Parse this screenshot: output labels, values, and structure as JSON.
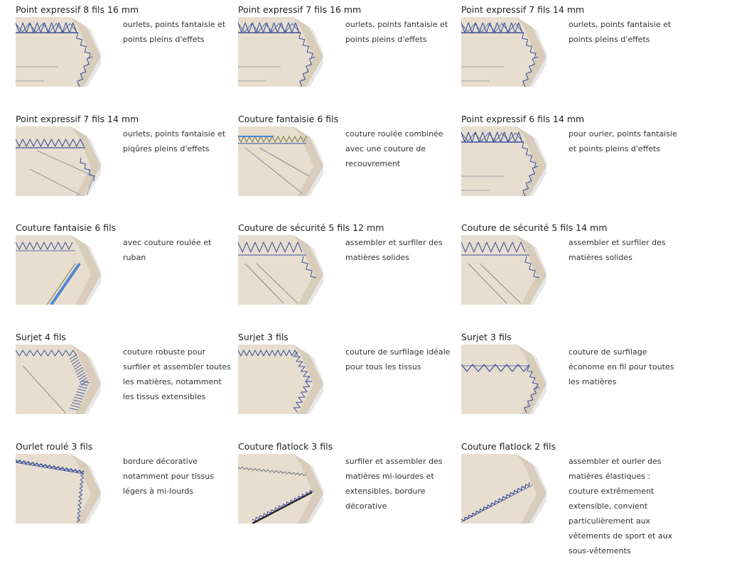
{
  "colors": {
    "fabric": "#e7ded0",
    "fabric_shade": "#d8cdbb",
    "thread_blue": "#3b4f9a",
    "thread_light_blue": "#4f86d0",
    "thread_olive": "#8a8a55",
    "thread_black": "#222222"
  },
  "stitches": [
    {
      "title": "Point expressif 8 fils 16 mm",
      "desc": "ourlets, points fantaisie et points pleins d'effets",
      "icon": "overlock-swatch-icon"
    },
    {
      "title": "Point expressif 7 fils 16 mm",
      "desc": "ourlets, points fantaisie et points pleins d'effets",
      "icon": "overlock-swatch-icon"
    },
    {
      "title": "Point expressif 7 fils 14 mm",
      "desc": "ourlets, points fantaisie et points pleins d'effets",
      "icon": "overlock-swatch-icon"
    },
    {
      "title": "Point expressif 7 fils 14 mm",
      "desc": "ourlets, points fantaisie et piqûres pleins d'effets",
      "icon": "overlock-swatch-icon"
    },
    {
      "title": "Couture fantaisie 6 fils",
      "desc": "couture roulée combinée avec une couture de recouvrement",
      "icon": "overlock-swatch-icon"
    },
    {
      "title": "Point expressif 6 fils 14 mm",
      "desc": "pour ourler, points fantaisie et points pleins d'effets",
      "icon": "overlock-swatch-icon"
    },
    {
      "title": "Couture fantaisie 6 fils",
      "desc": "avec couture roulée et ruban",
      "icon": "overlock-swatch-icon"
    },
    {
      "title": "Couture de sécurité 5 fils 12 mm",
      "desc": "assembler et surfiler des matières solides",
      "icon": "overlock-swatch-icon"
    },
    {
      "title": "Couture de sécurité 5 fils 14 mm",
      "desc": "assembler et surfiler des matières solides",
      "icon": "overlock-swatch-icon"
    },
    {
      "title": "Surjet 4 fils",
      "desc": "couture robuste pour surfiler et assembler toutes les matières, notamment les tissus extensibles",
      "icon": "overlock-swatch-icon"
    },
    {
      "title": "Surjet 3 fils",
      "desc": "couture de surfilage idéale pour tous les tissus",
      "icon": "overlock-swatch-icon"
    },
    {
      "title": "Surjet 3 fils",
      "desc": "couture de surfilage économe en fil pour toutes les matières",
      "icon": "overlock-swatch-icon"
    },
    {
      "title": "Ourlet roulé 3 fils",
      "desc": "bordure décorative notamment pour tissus légers à mi-lourds",
      "icon": "overlock-swatch-icon"
    },
    {
      "title": "Couture flatlock 3 fils",
      "desc": "surfiler et assembler des matières mi-lourdes et extensibles, bordure décorative",
      "icon": "overlock-swatch-icon"
    },
    {
      "title": "Couture flatlock 2 fils",
      "desc": "assembler et ourler des matières élastiques : couture extrêmement extensible, convient particulièrement aux vêtements de sport et aux sous-vêtements",
      "icon": "overlock-swatch-icon"
    }
  ]
}
